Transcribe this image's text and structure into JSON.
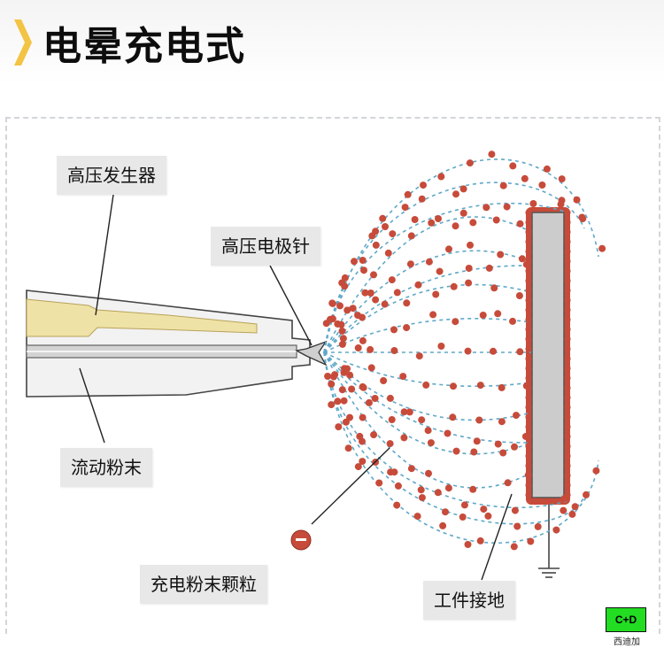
{
  "header": {
    "title": "电晕充电式"
  },
  "labels": {
    "generator": "高压发生器",
    "electrode": "高压电极针",
    "powder_flow": "流动粉末",
    "charged_particles": "充电粉末颗粒",
    "grounded_workpiece": "工件接地"
  },
  "badge": {
    "text": "C+D",
    "caption": "西迪加"
  },
  "colors": {
    "accent_bar": "#f3c343",
    "particle": "#c74b3a",
    "field_line": "#5fa8c8",
    "workpiece": "#c8c8c8",
    "label_bg": "#e8e8e8"
  }
}
